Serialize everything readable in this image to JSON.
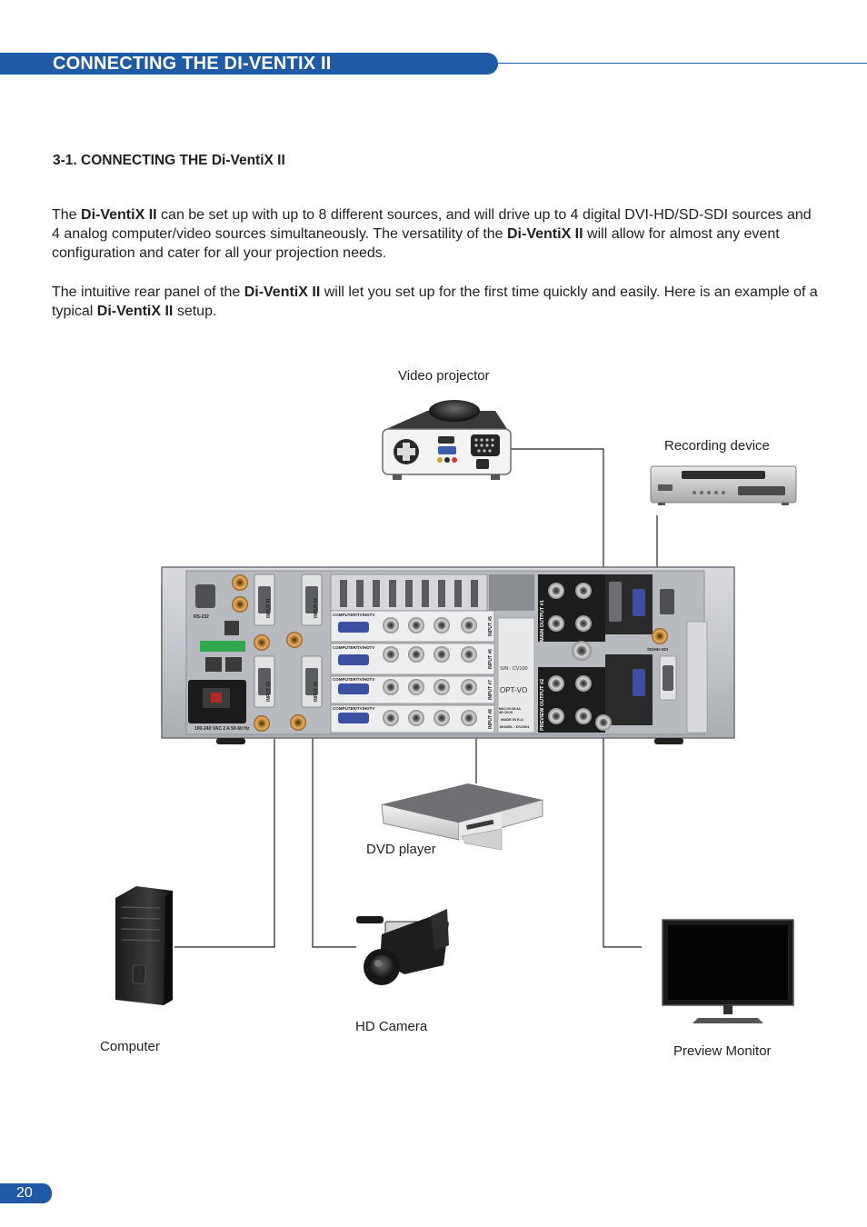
{
  "header": {
    "title": "CONNECTING THE DI-VENTIX II"
  },
  "section": {
    "title": "3-1. CONNECTING THE Di-VentiX II"
  },
  "paragraph1": {
    "t1": "The ",
    "b1": "Di-VentiX II",
    "t2": "  can be set up with up to 8 different sources, and will drive up to 4 digital DVI-HD/SD-SDI sources and 4 analog computer/video sources simultaneously. The versatility of the ",
    "b2": "Di-VentiX II",
    "t3": " will allow for almost any event configuration and cater for all your projection needs."
  },
  "paragraph2": {
    "t1": "The intuitive rear panel of the ",
    "b1": "Di-VentiX II",
    "t2": " will let you set up for the first time quickly and easily. Here is an example of a typical ",
    "b2": "Di-VentiX II",
    "t3": "  setup."
  },
  "diagram": {
    "labels": {
      "video_projector": "Video projector",
      "recording_device": "Recording device",
      "dvd_player": "DVD player",
      "computer": "Computer",
      "hd_camera": "HD Camera",
      "preview_monitor": "Preview Monitor"
    },
    "panel": {
      "input1": "INPUT #1",
      "input2": "INPUT #2",
      "input3": "INPUT #3",
      "input4": "INPUT #4",
      "input5": "INPUT #5",
      "input6": "INPUT #6",
      "input7": "INPUT #7",
      "input8": "INPUT #8",
      "main_output": "MAIN OUTPUT #1",
      "preview_output": "PREVIEW OUTPUT #2",
      "comp_video": "COMPUTER/TV/HDTV",
      "serial": "S/N : CV100",
      "option": "OPT-VO",
      "mac": "MAC:00:26:4A-4E:C6:29",
      "made_in": "MADE IN E.U.",
      "model": "MODEL : DV2004",
      "rs232": "RS-232",
      "power": "100-240 VAC 2 A 50-60 Hz",
      "sdi": "SD/HD-SDI"
    }
  },
  "footer": {
    "page_number": "20"
  }
}
